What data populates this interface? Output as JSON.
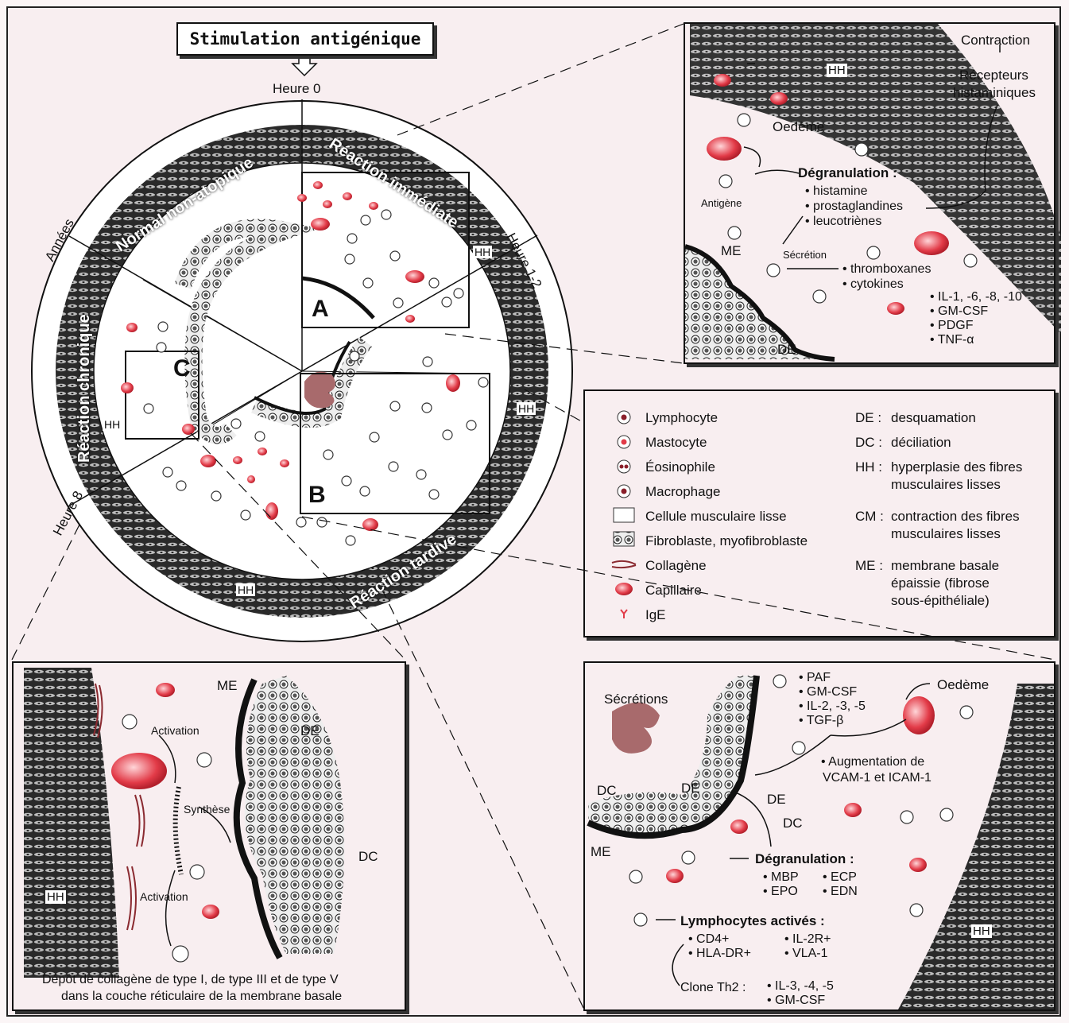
{
  "title": "Stimulation antigénique",
  "clock": {
    "heure0": "Heure 0",
    "heure12": "Heure 1-2",
    "heure8": "Heure 8",
    "annees": "Années",
    "normal": "Normal non-atopique",
    "immediate": "Réaction immédiate",
    "tardive": "Réaction tardive",
    "chronique": "Réaction chronique",
    "label_A": "A",
    "label_B": "B",
    "label_C": "C",
    "hh": "HH"
  },
  "panel_a": {
    "contraction": "Contraction",
    "recepteurs": "Récepteurs",
    "histaminiques": "histaminiques",
    "hh": "HH",
    "oedeme": "Oedème",
    "degranulation": "Dégranulation :",
    "antigene": "Antigène",
    "mediators": [
      "• histamine",
      "• prostaglandines",
      "• leucotriènes"
    ],
    "secretion": "Sécrétion",
    "me": "ME",
    "de": "DE",
    "secreted": [
      "• thromboxanes",
      "• cytokines"
    ],
    "cytokines": [
      "• IL-1, -6, -8, -10",
      "• GM-CSF",
      "• PDGF",
      "• TNF-α"
    ]
  },
  "legend": {
    "left": [
      "Lymphocyte",
      "Mastocyte",
      "Éosinophile",
      "Macrophage",
      "Cellule musculaire lisse",
      "Fibroblaste, myofibroblaste",
      "Collagène",
      "Capillaire",
      "IgE"
    ],
    "right": [
      {
        "abbr": "DE :",
        "text": [
          "desquamation"
        ]
      },
      {
        "abbr": "DC :",
        "text": [
          "déciliation"
        ]
      },
      {
        "abbr": "HH :",
        "text": [
          "hyperplasie des fibres",
          "musculaires lisses"
        ]
      },
      {
        "abbr": "CM :",
        "text": [
          "contraction des fibres",
          "musculaires lisses"
        ]
      },
      {
        "abbr": "ME :",
        "text": [
          "membrane basale",
          "épaissie (fibrose",
          "sous-épithéliale)"
        ]
      }
    ]
  },
  "panel_c": {
    "me": "ME",
    "de": "DE",
    "dc": "DC",
    "hh": "HH",
    "activation1": "Activation",
    "synthese": "Synthèse",
    "activation2": "Activation",
    "caption1": "Dépôt de collagène de type I, de type III et de type V",
    "caption2": "dans la couche réticulaire de la membrane basale"
  },
  "panel_b": {
    "secretions": "Sécrétions",
    "mediators": [
      "• PAF",
      "• GM-CSF",
      "• IL-2, -3, -5",
      "• TGF-β"
    ],
    "oedeme": "Oedème",
    "augmentation1": "• Augmentation de",
    "augmentation2": "VCAM-1 et ICAM-1",
    "de1": "DE",
    "dc1": "DC",
    "de2": "DE",
    "dc2": "DC",
    "me": "ME",
    "degranulation": "Dégranulation :",
    "degr_items": [
      "• MBP",
      "• ECP",
      "• EPO",
      "• EDN"
    ],
    "lympho": "Lymphocytes activés :",
    "lympho_items": [
      "• CD4+",
      "• IL-2R+",
      "• HLA-DR+",
      "• VLA-1"
    ],
    "clone": "Clone Th2 :",
    "clone_items": [
      "• IL-3, -4, -5",
      "• GM-CSF"
    ],
    "hh": "HH"
  },
  "colors": {
    "capillary": "#e23b48",
    "cell": "#8a1f2a",
    "muscle": "#222222",
    "secretion": "#a86a6c"
  }
}
